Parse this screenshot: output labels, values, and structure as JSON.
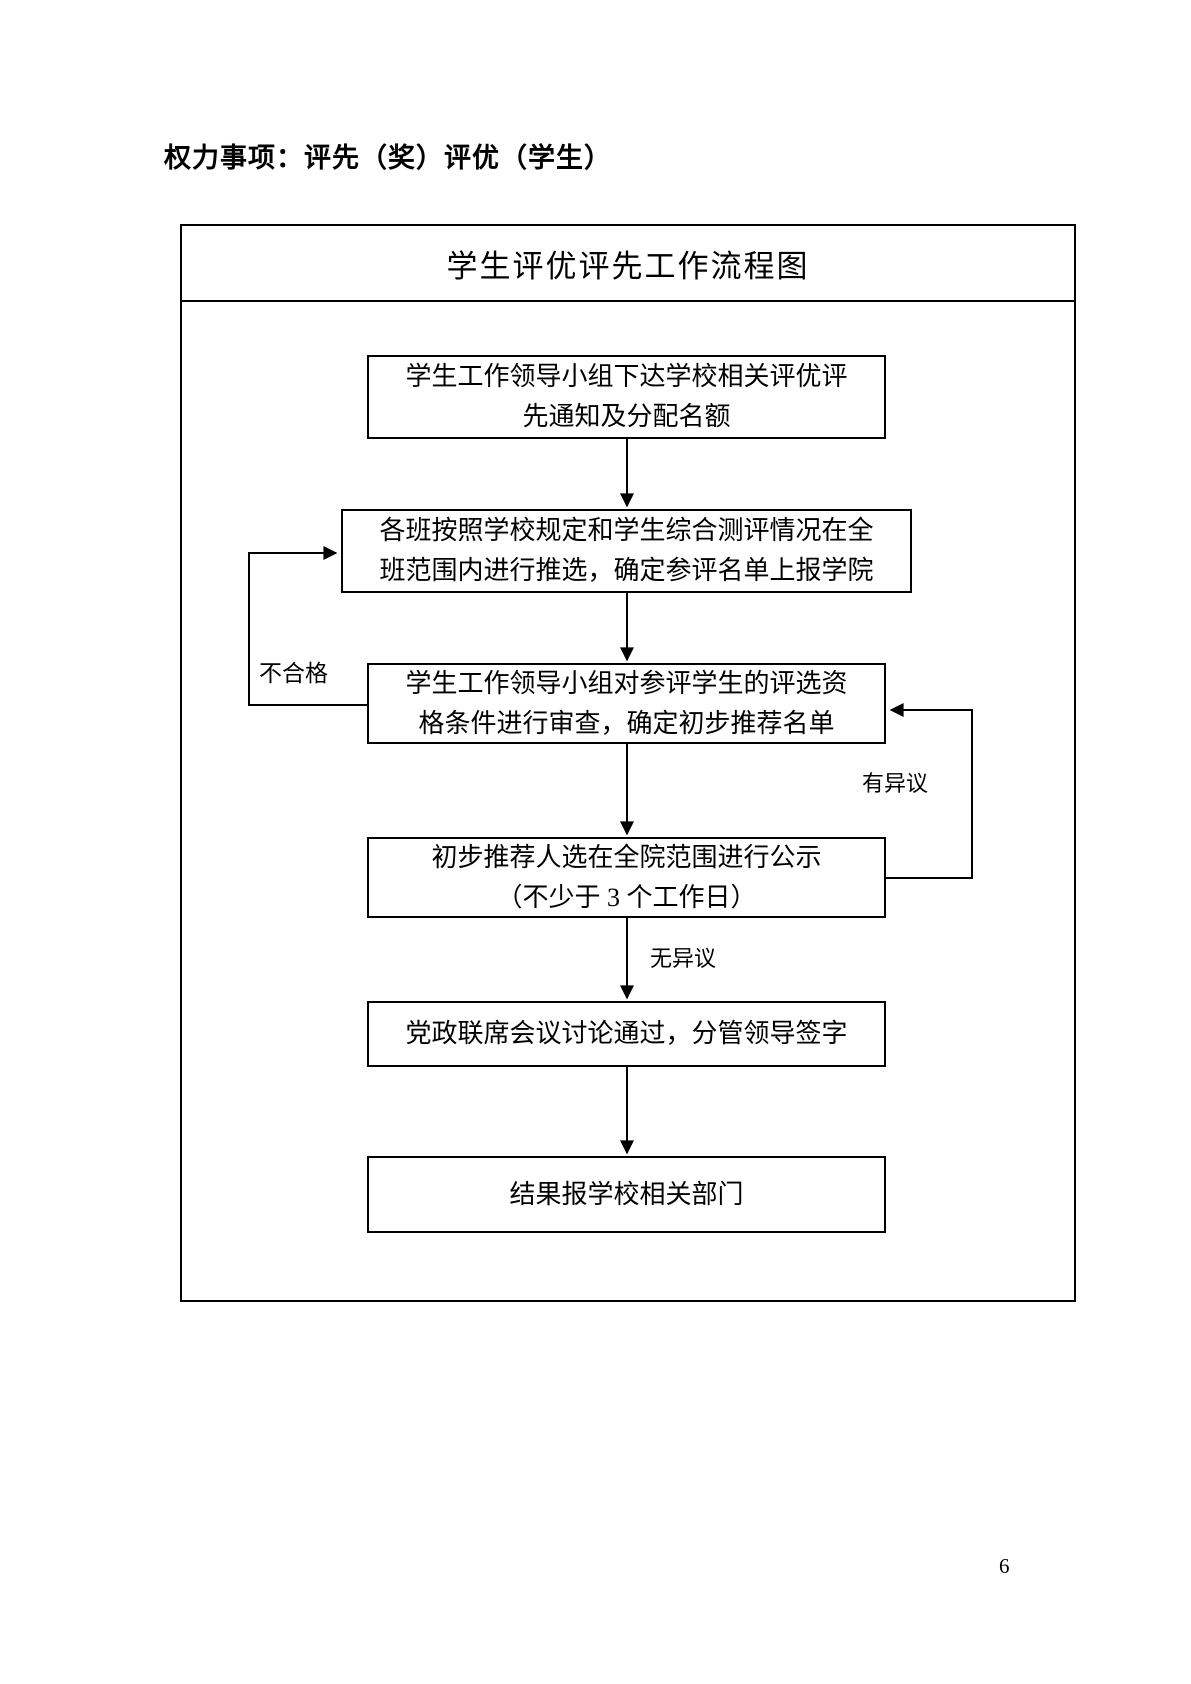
{
  "page": {
    "heading": "权力事项：评先（奖）评优（学生）",
    "page_number": "6"
  },
  "flowchart": {
    "title": "学生评优评先工作流程图",
    "boxes": [
      {
        "id": "notify",
        "lines": [
          "学生工作领导小组下达学校相关评优评",
          "先通知及分配名额"
        ]
      },
      {
        "id": "recommend",
        "lines": [
          "各班按照学校规定和学生综合测评情况在全",
          "班范围内进行推选，确定参评名单上报学院"
        ]
      },
      {
        "id": "review",
        "lines": [
          "学生工作领导小组对参评学生的评选资",
          "格条件进行审查，确定初步推荐名单"
        ]
      },
      {
        "id": "publicity",
        "lines": [
          "初步推荐人选在全院范围进行公示",
          "（不少于 3 个工作日）"
        ]
      },
      {
        "id": "meeting",
        "lines": [
          "党政联席会议讨论通过，分管领导签字"
        ]
      },
      {
        "id": "report",
        "lines": [
          "结果报学校相关部门"
        ]
      }
    ],
    "edge_labels": {
      "fail": "不合格",
      "objection": "有异议",
      "no_objection": "无异议"
    }
  },
  "colors": {
    "ink": "#000000",
    "background": "#ffffff"
  }
}
